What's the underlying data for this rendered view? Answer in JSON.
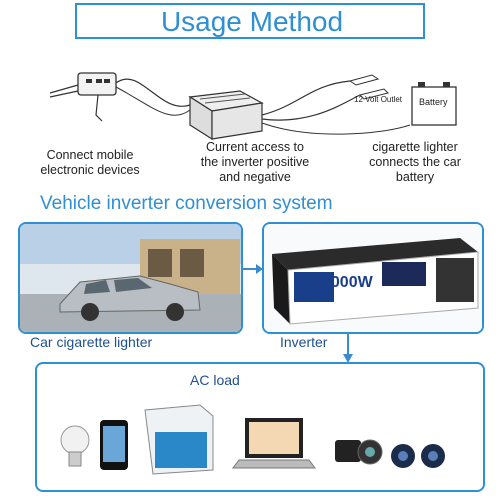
{
  "header": {
    "title": "Usage Method"
  },
  "steps": [
    {
      "caption": "Connect mobile\nelectronic devices"
    },
    {
      "caption": "Current access to\nthe inverter positive\nand negative"
    },
    {
      "caption": "cigarette lighter\nconnects the car\nbattery"
    }
  ],
  "battery": {
    "outlet_label": "12 Volt Outlet",
    "label": "Battery"
  },
  "system": {
    "title": "Vehicle inverter conversion system"
  },
  "panels": {
    "car_label": "Car cigarette lighter",
    "inverter_label": "Inverter",
    "inverter_power": "3000W",
    "load_label": "AC load"
  },
  "colors": {
    "accent": "#2f8fd3",
    "label": "#1f4f8f",
    "arrow": "#3a8ad0"
  }
}
